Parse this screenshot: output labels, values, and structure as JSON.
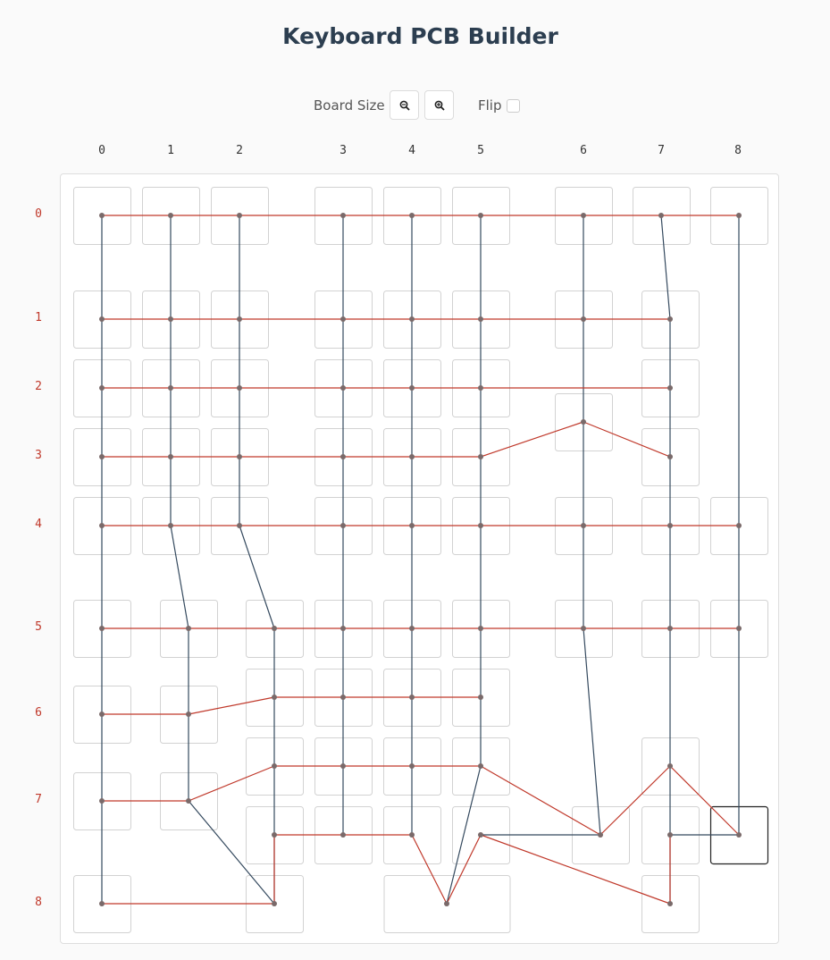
{
  "title": "Keyboard PCB Builder",
  "toolbar": {
    "board_size_label": "Board Size",
    "zoom_out_icon": "zoom-out-icon",
    "zoom_in_icon": "zoom-in-icon",
    "flip_label": "Flip",
    "flip_checked": false
  },
  "colors": {
    "row_trace": "#c0392b",
    "column_trace": "#34495e",
    "via": "#7a6a6a",
    "key_border": "#d2d2d2",
    "selected_key_border": "#222222"
  },
  "grid": {
    "column_labels": [
      "0",
      "1",
      "2",
      "3",
      "4",
      "5",
      "6",
      "7",
      "8"
    ],
    "row_labels": [
      "0",
      "1",
      "2",
      "3",
      "4",
      "5",
      "6",
      "7",
      "8"
    ]
  }
}
